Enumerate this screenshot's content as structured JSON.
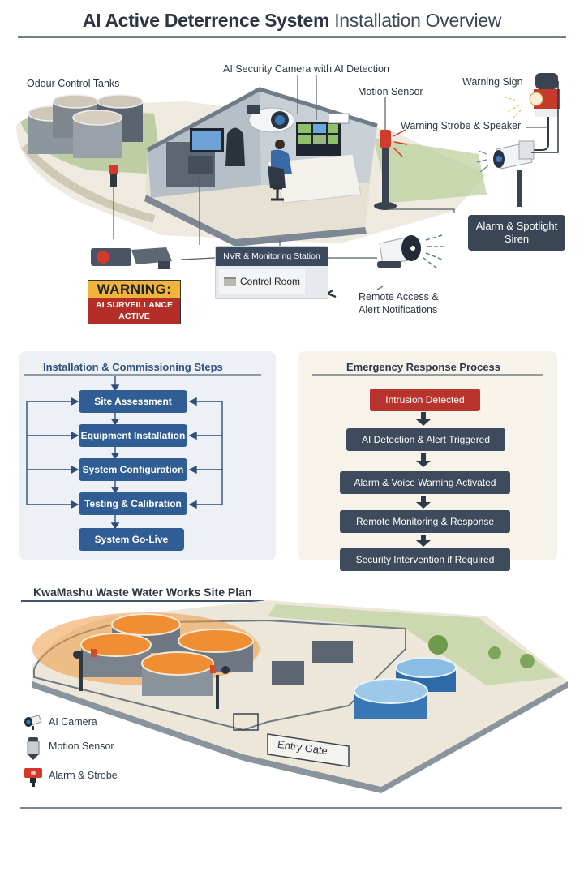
{
  "header": {
    "title_bold": "AI Active Deterrence System",
    "title_light": "Installation Overview"
  },
  "overview": {
    "labels": {
      "odour_tanks": "Odour Control Tanks",
      "ai_camera": "AI Security Camera with AI Detection",
      "motion_sensor": "Motion Sensor",
      "warning_sign": "Warning Sign",
      "strobe_speaker": "Warning Strobe & Speaker",
      "alarm_siren_line1": "Alarm & Spotlight",
      "alarm_siren_line2": "Siren",
      "nvr_station": "NVR & Monitoring Station",
      "control_room": "Control Room",
      "remote_access_line1": "Remote Access &",
      "remote_access_line2": "Alert Notifications"
    },
    "warning_sign": {
      "heading": "WARNING:",
      "line1": "AI SURVEILLANCE",
      "line2": "ACTIVE"
    }
  },
  "installation": {
    "title": "Installation & Commissioning Steps",
    "steps": [
      "Site Assessment",
      "Equipment Installation",
      "System Configuration",
      "Testing & Calibration",
      "System Go-Live"
    ]
  },
  "emergency": {
    "title": "Emergency Response Process",
    "steps": [
      "Intrusion Detected",
      "AI Detection & Alert Triggered",
      "Alarm & Voice Warning Activated",
      "Remote Monitoring & Response",
      "Security Intervention if Required"
    ]
  },
  "site_plan": {
    "title": "KwaMashu Waste Water Works Site Plan",
    "entry_gate": "Entry Gate",
    "legend": [
      {
        "icon": "camera-icon",
        "label": "AI Camera"
      },
      {
        "icon": "motion-sensor-icon",
        "label": "Motion Sensor"
      },
      {
        "icon": "alarm-strobe-icon",
        "label": "Alarm & Strobe"
      }
    ]
  },
  "colors": {
    "step_blue": "#2f5d94",
    "response_dark": "#3e4b5c",
    "intrusion_red": "#b8332b",
    "warning_yellow": "#f0b43a",
    "tank_orange": "#e98a35",
    "clarifier_blue": "#3f7fbf"
  }
}
